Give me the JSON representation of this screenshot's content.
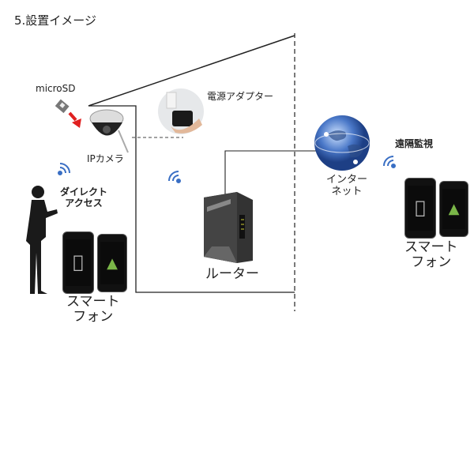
{
  "title": "5.設置イメージ",
  "labels": {
    "microsd": "microSD",
    "ip_camera": "IPカメラ",
    "power_adapter": "電源アダプター",
    "direct_access": [
      "ダイレクト",
      "アクセス"
    ],
    "smartphone_local": [
      "スマート",
      "フォン"
    ],
    "router": "ルーター",
    "internet": [
      "インター",
      "ネット"
    ],
    "remote_monitoring": "遠隔監視",
    "smartphone_remote": [
      "スマート",
      "フォン"
    ]
  },
  "colors": {
    "wifi": "#3a6fc4",
    "arrow": "#e02020",
    "android": "#7ab648"
  }
}
